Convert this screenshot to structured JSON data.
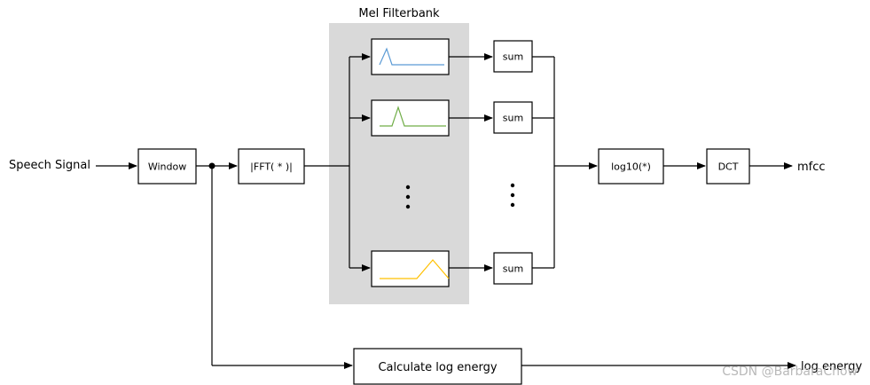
{
  "diagram": {
    "filterbank_title": "Mel Filterbank",
    "input_label": "Speech Signal",
    "window_label": "Window",
    "fft_label": "|FFT( * )|",
    "sum_label": "sum",
    "log_label": "log10(*)",
    "dct_label": "DCT",
    "output_label": "mfcc",
    "energy_box_label": "Calculate log energy",
    "energy_output_label": "log energy",
    "watermark": "CSDN @BarbaraChow"
  },
  "colors": {
    "filterbank_bg": "#d9d9d9",
    "filter_1": "#5b9bd5",
    "filter_2": "#70ad47",
    "filter_3": "#ffc000",
    "stroke": "#000000",
    "watermark": "#b9b9b9"
  }
}
